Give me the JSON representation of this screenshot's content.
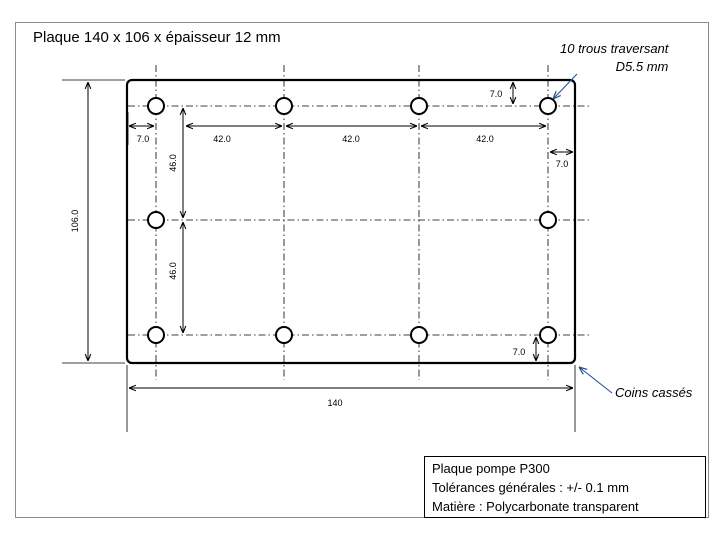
{
  "title": "Plaque 140 x 106 x épaisseur 12 mm",
  "notes": {
    "holes_line1": "10 trous traversant",
    "holes_line2": "D5.5 mm",
    "corners": "Coins cassés"
  },
  "spec": {
    "name": "Plaque pompe P300",
    "tolerance": "Tolérances générales : +/- 0.1 mm",
    "material": "Matière : Polycarbonate transparent"
  },
  "dimensions": {
    "overall_width": "140",
    "overall_height": "106.0",
    "hole_pitch_x": [
      "42.0",
      "42.0",
      "42.0"
    ],
    "hole_pitch_y": [
      "46.0",
      "46.0"
    ],
    "edge_offset": "7.0"
  }
}
